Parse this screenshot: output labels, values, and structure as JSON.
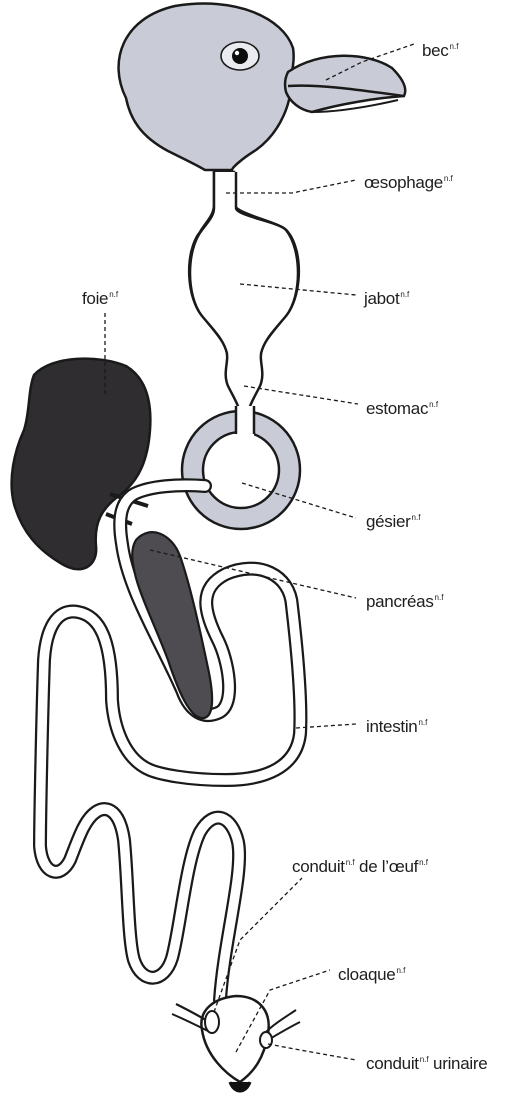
{
  "diagram": {
    "labels": {
      "bec": {
        "text": "bec",
        "marker": "n.f"
      },
      "oesophage": {
        "text": "œsophage",
        "marker": "n.f"
      },
      "jabot": {
        "text": "jabot",
        "marker": "n.f"
      },
      "foie": {
        "text": "foie",
        "marker": "n.f"
      },
      "estomac": {
        "text": "estomac",
        "marker": "n.f"
      },
      "gesier": {
        "text": "gésier",
        "marker": "n.f"
      },
      "pancreas": {
        "text": "pancréas",
        "marker": "n.f"
      },
      "intestin": {
        "text": "intestin",
        "marker": "n.f"
      },
      "conduit_oeuf": {
        "text": "conduit",
        "marker": "n.f",
        "text2": " de l’œuf",
        "marker2": "n.f"
      },
      "cloaque": {
        "text": "cloaque",
        "marker": "n.f"
      },
      "conduit_urinaire": {
        "text": "conduit",
        "marker": "n.f",
        "text2": " urinaire"
      }
    },
    "colors": {
      "outline": "#1a1a1a",
      "head": "#c9ccd6",
      "beak": "#c9ccd6",
      "gizzard_ring": "#c9ccd6",
      "liver": "#2f2d30",
      "pancreas": "#4e4c50",
      "tract": "#ffffff"
    }
  }
}
